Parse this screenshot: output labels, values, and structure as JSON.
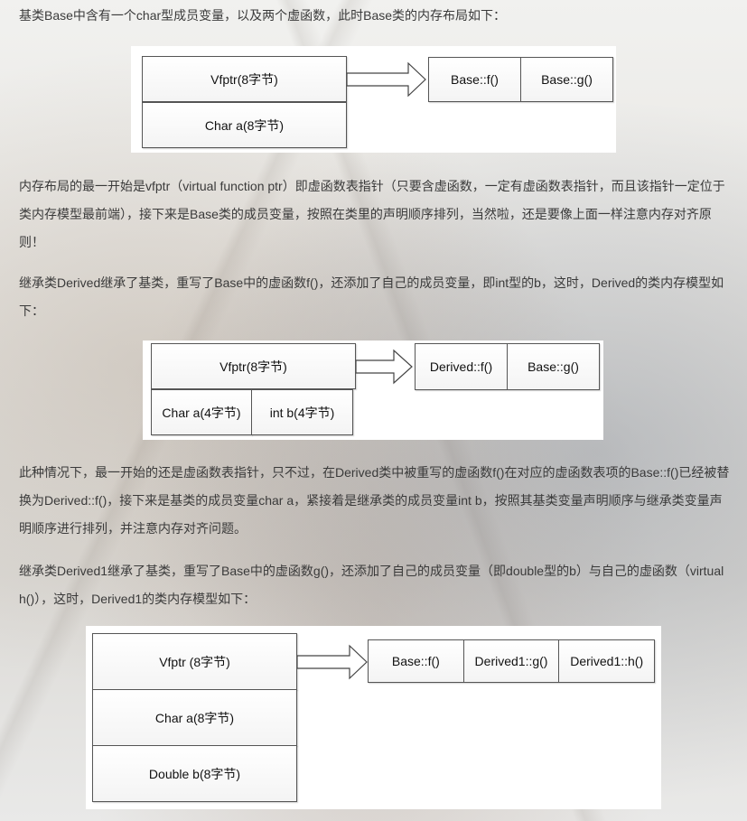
{
  "paragraphs": {
    "p1": "基类Base中含有一个char型成员变量，以及两个虚函数，此时Base类的内存布局如下：",
    "p2": "内存布局的最一开始是vfptr（virtual function ptr）即虚函数表指针（只要含虚函数，一定有虚函数表指针，而且该指针一定位于类内存模型最前端），接下来是Base类的成员变量，按照在类里的声明顺序排列，当然啦，还是要像上面一样注意内存对齐原则！",
    "p3": "继承类Derived继承了基类，重写了Base中的虚函数f()，还添加了自己的成员变量，即int型的b，这时，Derived的类内存模型如下：",
    "p4": "此种情况下，最一开始的还是虚函数表指针，只不过，在Derived类中被重写的虚函数f()在对应的虚函数表项的Base::f()已经被替换为Derived::f()，接下来是基类的成员变量char a，紧接着是继承类的成员变量int b，按照其基类变量声明顺序与继承类变量声明顺序进行排列，并注意内存对齐问题。",
    "p5": "继承类Derived1继承了基类，重写了Base中的虚函数g()，还添加了自己的成员变量（即double型的b）与自己的虚函数（virtual h()），这时，Derived1的类内存模型如下："
  },
  "diagram_base": {
    "vfptr": "Vfptr(8字节)",
    "member_a": "Char a(8字节)",
    "vtable": [
      "Base::f()",
      "Base::g()"
    ]
  },
  "diagram_derived": {
    "vfptr": "Vfptr(8字节)",
    "member_a": "Char a(4字节)",
    "member_b": "int b(4字节)",
    "vtable": [
      "Derived::f()",
      "Base::g()"
    ]
  },
  "diagram_derived1": {
    "vfptr": "Vfptr (8字节)",
    "member_a": "Char a(8字节)",
    "member_b": "Double b(8字节)",
    "vtable": [
      "Base::f()",
      "Derived1::g()",
      "Derived1::h()"
    ]
  }
}
